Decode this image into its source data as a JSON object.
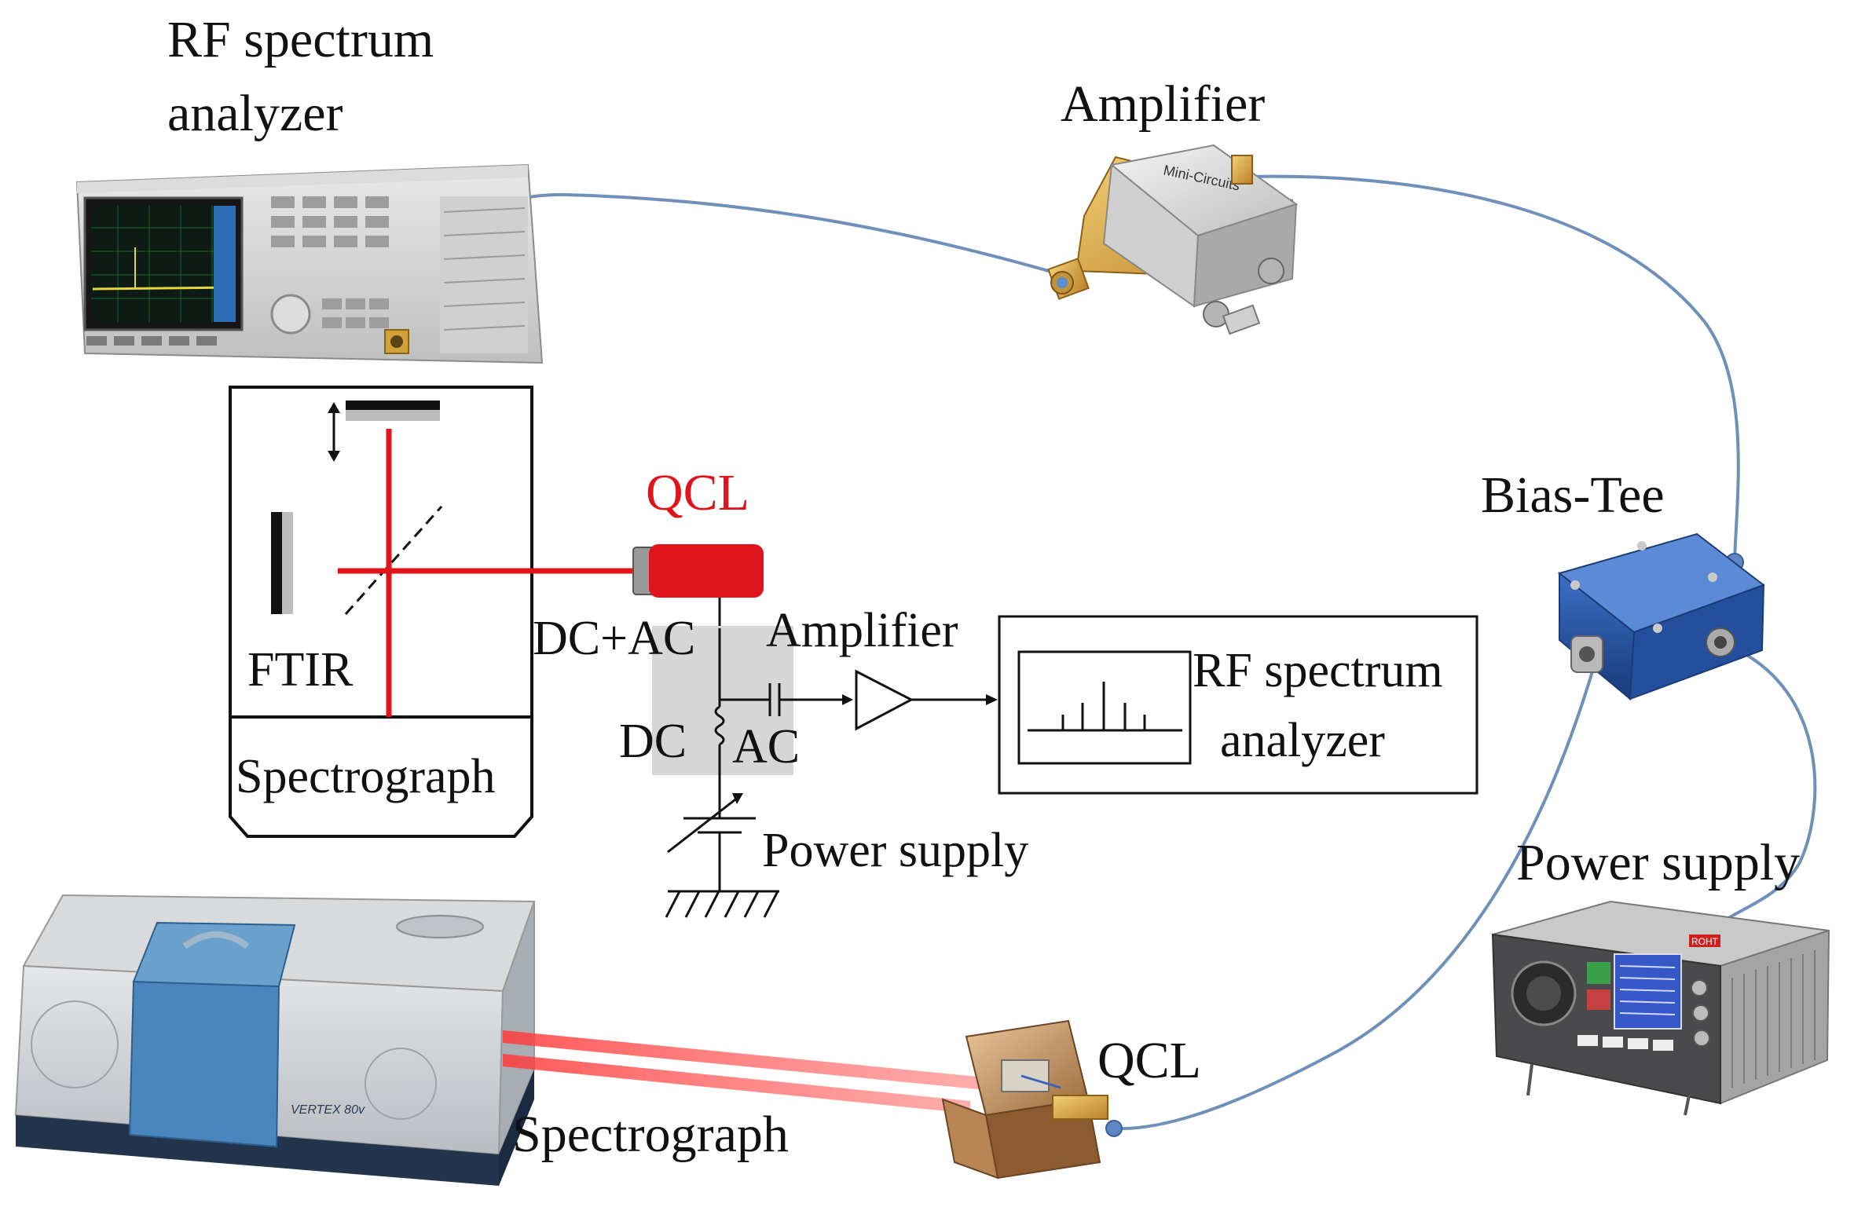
{
  "labels": {
    "rf_analyzer_line1": "RF spectrum",
    "rf_analyzer_line2": "analyzer",
    "amplifier_top": "Amplifier",
    "qcl_schematic": "QCL",
    "ftir": "FTIR",
    "spectrograph_box": "Spectrograph",
    "dc_ac": "DC+AC",
    "dc": "DC",
    "ac": "AC",
    "amplifier_schematic": "Amplifier",
    "rf_box_line1": "RF spectrum",
    "rf_box_line2": "analyzer",
    "power_supply_schematic": "Power supply",
    "bias_tee": "Bias-Tee",
    "power_supply_photo": "Power supply",
    "qcl_photo": "QCL",
    "spectrograph_photo": "Spectrograph"
  },
  "device_text": {
    "amplifier_brand": "Mini-Circuits",
    "spectrometer_model": "VERTEX 80v",
    "power_brand": "ROHT"
  },
  "colors": {
    "laser_red": "#e0141b",
    "cable_blue": "#6f90b8",
    "gray_box": "#d6d6d6",
    "bias_tee_blue": "#1f4e9a",
    "amp_gold": "#d9a441",
    "spectrometer_blue": "#3f7fb5"
  }
}
